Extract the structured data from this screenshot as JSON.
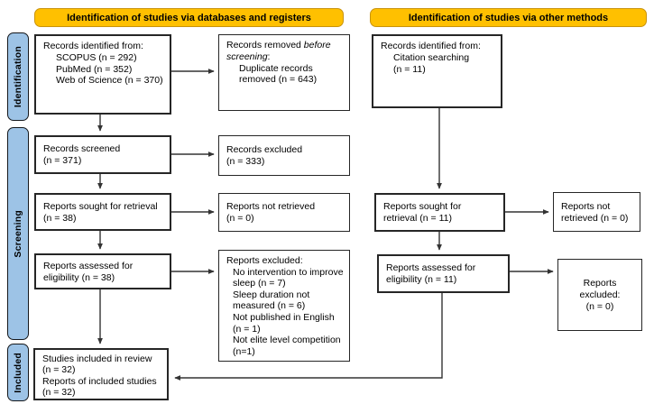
{
  "colors": {
    "header_bg": "#FFC000",
    "sidebar_bg": "#9DC3E6",
    "box_border": "#262626",
    "arrow": "#333333"
  },
  "headers": {
    "left": "Identification of studies via databases and registers",
    "right": "Identification of studies via other methods"
  },
  "sidebar": {
    "identification": "Identification",
    "screening": "Screening",
    "included": "Included"
  },
  "boxes": {
    "db_identified": {
      "title": "Records identified from:",
      "items": [
        "SCOPUS (n = 292)",
        "PubMed (n = 352)",
        "Web of Science (n = 370)"
      ]
    },
    "records_removed": {
      "prefix": "Records removed ",
      "italic1": "before",
      "italic2": "screening",
      "colon": ":",
      "items": [
        "Duplicate records",
        "removed (n = 643)"
      ]
    },
    "records_screened": {
      "lines": [
        "Records screened",
        "(n = 371)"
      ]
    },
    "records_excluded": {
      "lines": [
        "Records excluded",
        "(n = 333)"
      ]
    },
    "reports_sought": {
      "lines": [
        "Reports sought for retrieval",
        "(n = 38)"
      ]
    },
    "reports_not_retrieved": {
      "lines": [
        "Reports not retrieved",
        "(n = 0)"
      ]
    },
    "reports_assessed": {
      "lines": [
        "Reports assessed for",
        "eligibility (n = 38)"
      ]
    },
    "reports_excluded_reasons": {
      "title": "Reports excluded:",
      "items": [
        "No intervention to improve sleep (n = 7)",
        "Sleep duration not measured (n = 6)",
        "Not published in English (n = 1)",
        "Not elite level competition (n=1)"
      ]
    },
    "included": {
      "lines": [
        "Studies included in review",
        "(n = 32)",
        "Reports of included studies",
        "(n = 32)"
      ]
    },
    "other_identified": {
      "title": "Records identified from:",
      "items": [
        "Citation searching",
        "(n = 11)"
      ]
    },
    "other_sought": {
      "lines": [
        "Reports sought for",
        "retrieval (n = 11)"
      ]
    },
    "other_not_retrieved": {
      "lines": [
        "Reports not",
        "retrieved (n = 0)"
      ]
    },
    "other_assessed": {
      "lines": [
        "Reports assessed for",
        "eligibility (n = 11)"
      ]
    },
    "other_excluded": {
      "lines": [
        "Reports excluded:",
        "(n = 0)"
      ]
    }
  }
}
